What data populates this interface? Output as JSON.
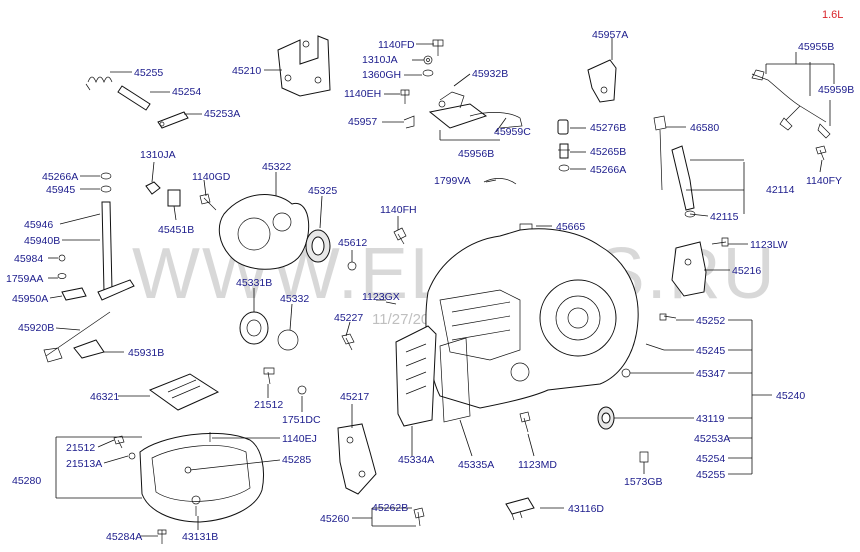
{
  "version_label": "1.6L",
  "watermark": {
    "text": "WWW.ELCATS.RU",
    "date": "11/27/2009"
  },
  "labels": {
    "p45255a": "45255",
    "p45254a": "45254",
    "p45253a": "45253A",
    "p45210": "45210",
    "p1140fd": "1140FD",
    "p1310ja_t": "1310JA",
    "p1360gh": "1360GH",
    "p1140eh": "1140EH",
    "p45932b": "45932B",
    "p45957": "45957",
    "p45959c": "45959C",
    "p45956b": "45956B",
    "p45957a": "45957A",
    "p45955b": "45955B",
    "p45959b": "45959B",
    "p45276b": "45276B",
    "p45265b": "45265B",
    "p45266a_r": "45266A",
    "p46580": "46580",
    "p42114": "42114",
    "p42115": "42115",
    "p1140fy": "1140FY",
    "p1310ja": "1310JA",
    "p1140gd": "1140GD",
    "p45322": "45322",
    "p45325": "45325",
    "p45266a": "45266A",
    "p45945": "45945",
    "p45946": "45946",
    "p45940b": "45940B",
    "p45984": "45984",
    "p1759aa": "1759AA",
    "p45950a": "45950A",
    "p45920b": "45920B",
    "p45931b": "45931B",
    "p45451b": "45451B",
    "p1799va": "1799VA",
    "p1140fh": "1140FH",
    "p45665": "45665",
    "p45612": "45612",
    "p1123lw": "1123LW",
    "p45216": "45216",
    "p45331b": "45331B",
    "p45332": "45332",
    "p1123gx": "1123GX",
    "p45227": "45227",
    "p45252": "45252",
    "p45245": "45245",
    "p45347": "45347",
    "p45240": "45240",
    "p43119": "43119",
    "p45253a_r": "45253A",
    "p45254_r": "45254",
    "p45255_r": "45255",
    "p46321": "46321",
    "p21512a": "21512",
    "p1751dc": "1751DC",
    "p45217": "45217",
    "p45334a": "45334A",
    "p45335a": "45335A",
    "p1123md": "1123MD",
    "p1573gb": "1573GB",
    "p21512b": "21512",
    "p21513a": "21513A",
    "p1140ej": "1140EJ",
    "p45280": "45280",
    "p45285": "45285",
    "p45284a": "45284A",
    "p43131b": "43131B",
    "p45260": "45260",
    "p45262b": "45262B",
    "p43116d": "43116D"
  }
}
